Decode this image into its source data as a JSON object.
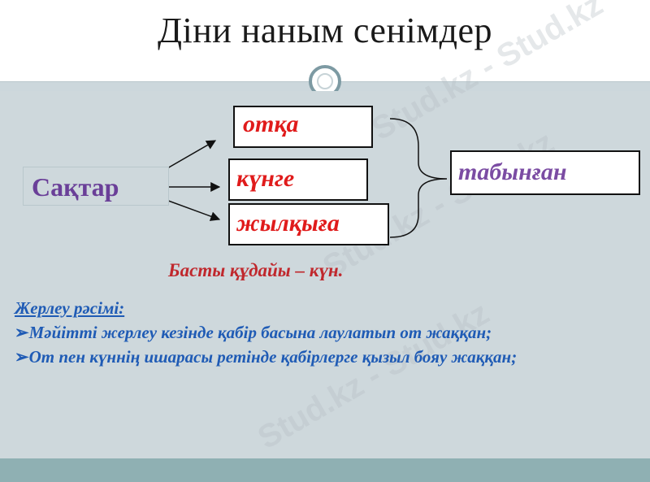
{
  "slide": {
    "title": "Діни наным сенімдер",
    "subject": "Сақтар",
    "targets": [
      "отқа",
      "күнге",
      "жылқыға"
    ],
    "result": "табынған",
    "main_god": "Басты құдайы – күн.",
    "burial": {
      "heading": "Жерлеу рәсімі:",
      "bullets": [
        "Мәйітті жерлеу кезінде қабір басына лаулатып от жаққан;",
        "От пен күннің ишарасы ретінде қабірлерге қызыл бояу жаққан;"
      ],
      "bullet_marker": "➢"
    },
    "watermark": "Stud.kz - Stud.kz"
  },
  "colors": {
    "title": "#1a1a1a",
    "subject": "#6a3f98",
    "target_text": "#e01b1b",
    "result_text": "#7b4ca3",
    "main_god": "#c0282d",
    "burial_text": "#1f5bb5",
    "panel": "#ced8dc",
    "footer": "#8fb0b3"
  }
}
